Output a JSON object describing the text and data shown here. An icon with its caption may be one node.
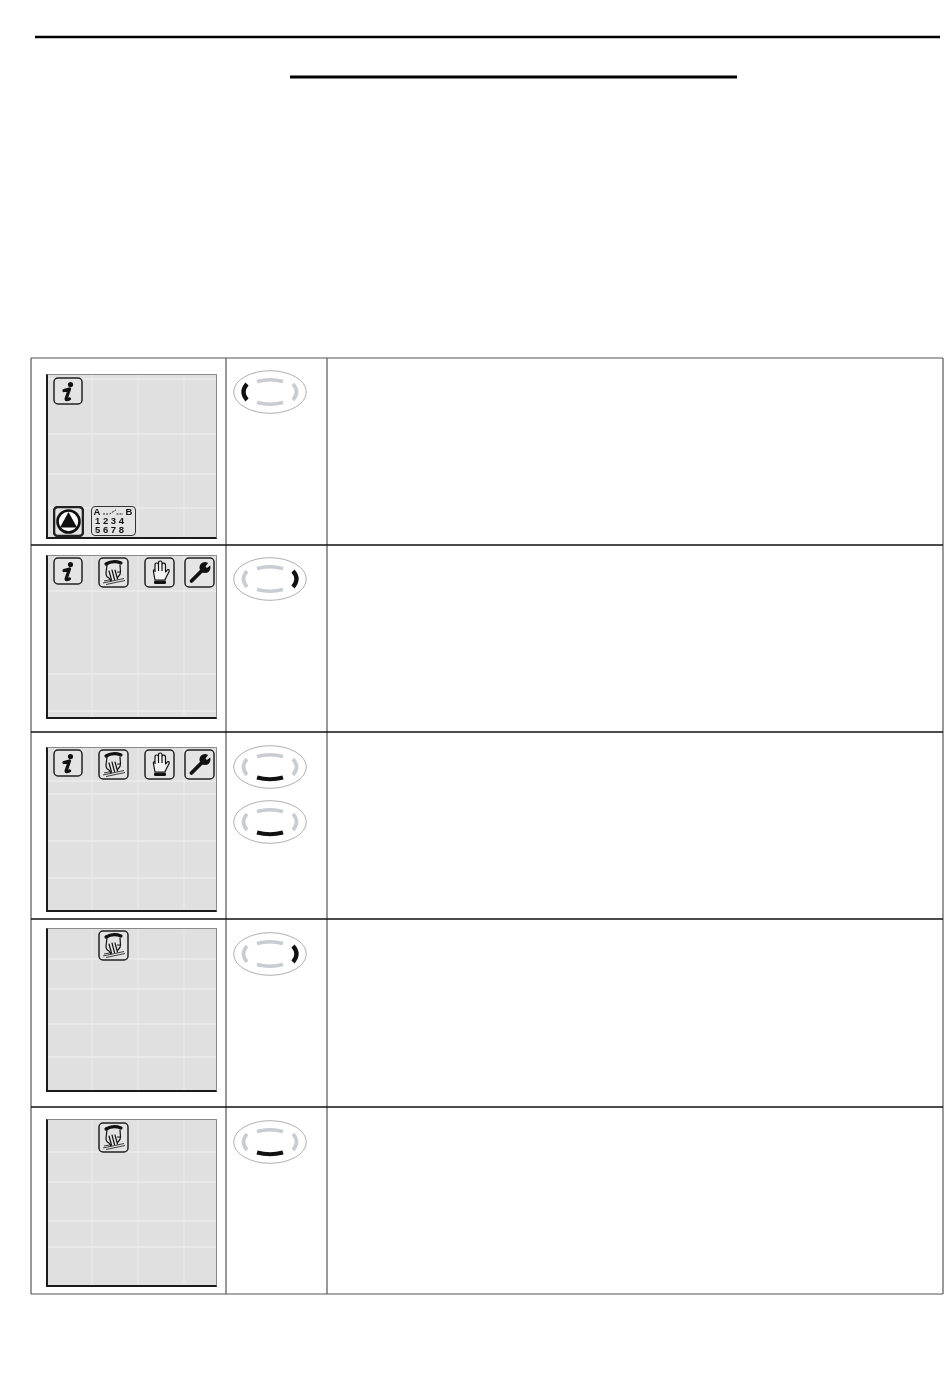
{
  "diagram": {
    "nodes": [
      {
        "text": [
          "A",
          "B",
          "1 2 3 4",
          "5 6 7 8"
        ]
      }
    ]
  }
}
